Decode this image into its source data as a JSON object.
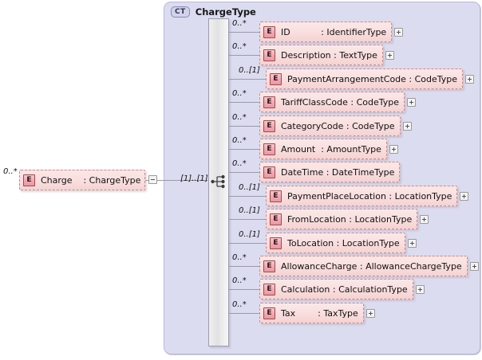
{
  "diagram": {
    "type": "xsd-complex-type",
    "badge": "CT",
    "title": "ChargeType",
    "root_element": {
      "icon": "E",
      "occurrence": "0..*",
      "label": "Charge    : ChargeType",
      "toggle": "minus"
    },
    "compositor": {
      "kind": "sequence",
      "occurrence": "[1]..[1]"
    },
    "elements": [
      {
        "icon": "E",
        "occurrence": "0..*",
        "label": "ID           : IdentifierType",
        "toggle": "plus"
      },
      {
        "icon": "E",
        "occurrence": "0..*",
        "label": "Description : TextType",
        "toggle": "plus"
      },
      {
        "icon": "E",
        "occurrence": "0..[1]",
        "label": "PaymentArrangementCode : CodeType",
        "toggle": "plus"
      },
      {
        "icon": "E",
        "occurrence": "0..*",
        "label": "TariffClassCode : CodeType",
        "toggle": "plus"
      },
      {
        "icon": "E",
        "occurrence": "0..*",
        "label": "CategoryCode : CodeType",
        "toggle": "plus"
      },
      {
        "icon": "E",
        "occurrence": "0..*",
        "label": "Amount  : AmountType",
        "toggle": "plus"
      },
      {
        "icon": "E",
        "occurrence": "0..*",
        "label": "DateTime : DateTimeType",
        "toggle": "none"
      },
      {
        "icon": "E",
        "occurrence": "0..[1]",
        "label": "PaymentPlaceLocation : LocationType",
        "toggle": "plus"
      },
      {
        "icon": "E",
        "occurrence": "0..[1]",
        "label": "FromLocation : LocationType",
        "toggle": "plus"
      },
      {
        "icon": "E",
        "occurrence": "0..[1]",
        "label": "ToLocation : LocationType",
        "toggle": "plus"
      },
      {
        "icon": "E",
        "occurrence": "0..*",
        "label": "AllowanceCharge : AllowanceChargeType",
        "toggle": "plus"
      },
      {
        "icon": "E",
        "occurrence": "0..*",
        "label": "Calculation : CalculationType",
        "toggle": "plus"
      },
      {
        "icon": "E",
        "occurrence": "0..*",
        "label": "Tax        : TaxType",
        "toggle": "plus"
      }
    ],
    "colors": {
      "panel_fill": "#dcdcf0",
      "panel_border": "#b9b9d8",
      "element_fill": "#f9dede",
      "element_border": "#c98b8b",
      "badge_fill": "#f1a9b3",
      "badge_border": "#9c4b4b",
      "connector": "#9a9aa8"
    }
  }
}
